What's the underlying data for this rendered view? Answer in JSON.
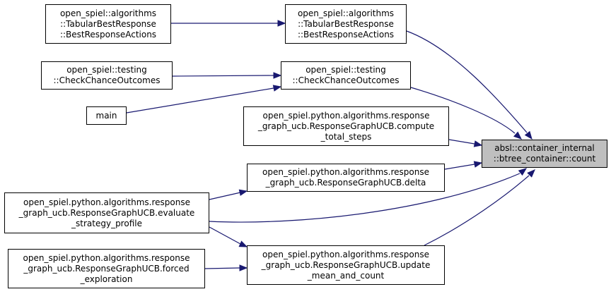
{
  "diagram": {
    "title": "",
    "edge_color": "#191970",
    "target": {
      "id": "count",
      "lines": [
        "absl::container_internal",
        "::btree_container::count"
      ]
    },
    "nodes": [
      {
        "id": "tbr_left",
        "lines": [
          "open_spiel::algorithms",
          "::TabularBestResponse",
          "::BestResponseActions"
        ]
      },
      {
        "id": "tbr_right",
        "lines": [
          "open_spiel::algorithms",
          "::TabularBestResponse",
          "::BestResponseActions"
        ]
      },
      {
        "id": "cco_left",
        "lines": [
          "open_spiel::testing",
          "::CheckChanceOutcomes"
        ]
      },
      {
        "id": "cco_right",
        "lines": [
          "open_spiel::testing",
          "::CheckChanceOutcomes"
        ]
      },
      {
        "id": "main",
        "lines": [
          "main"
        ]
      },
      {
        "id": "compute_total_steps",
        "lines": [
          "open_spiel.python.algorithms.response",
          "_graph_ucb.ResponseGraphUCB.compute",
          "_total_steps"
        ]
      },
      {
        "id": "delta",
        "lines": [
          "open_spiel.python.algorithms.response",
          "_graph_ucb.ResponseGraphUCB.delta"
        ]
      },
      {
        "id": "evaluate_strategy_profile",
        "lines": [
          "open_spiel.python.algorithms.response",
          "_graph_ucb.ResponseGraphUCB.evaluate",
          "_strategy_profile"
        ]
      },
      {
        "id": "forced_exploration",
        "lines": [
          "open_spiel.python.algorithms.response",
          "_graph_ucb.ResponseGraphUCB.forced",
          "_exploration"
        ]
      },
      {
        "id": "update_mean_and_count",
        "lines": [
          "open_spiel.python.algorithms.response",
          "_graph_ucb.ResponseGraphUCB.update",
          "_mean_and_count"
        ]
      }
    ],
    "edges": [
      {
        "from": "tbr_left",
        "to": "tbr_right"
      },
      {
        "from": "tbr_right",
        "to": "count"
      },
      {
        "from": "cco_left",
        "to": "cco_right"
      },
      {
        "from": "main",
        "to": "cco_right"
      },
      {
        "from": "cco_right",
        "to": "count"
      },
      {
        "from": "compute_total_steps",
        "to": "count"
      },
      {
        "from": "delta",
        "to": "count"
      },
      {
        "from": "evaluate_strategy_profile",
        "to": "delta"
      },
      {
        "from": "evaluate_strategy_profile",
        "to": "count"
      },
      {
        "from": "evaluate_strategy_profile",
        "to": "update_mean_and_count"
      },
      {
        "from": "forced_exploration",
        "to": "update_mean_and_count"
      },
      {
        "from": "update_mean_and_count",
        "to": "count"
      }
    ]
  }
}
